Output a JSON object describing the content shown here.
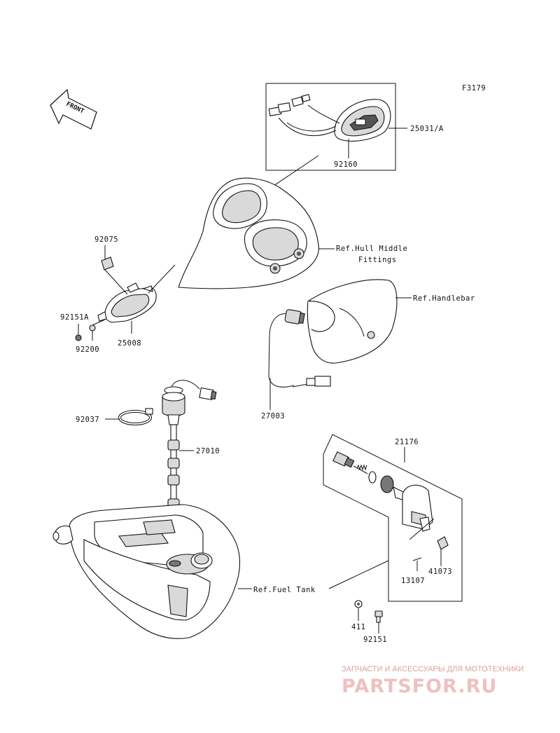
{
  "figure_code": "F3179",
  "front_label": "FRONT",
  "parts": {
    "p25031": "25031/A",
    "p92160": "92160",
    "p92075": "92075",
    "p92151a": "92151A",
    "p92200": "92200",
    "p25008": "25008",
    "p27003": "27003",
    "p92037": "92037",
    "p27010": "27010",
    "p21176": "21176",
    "p41073": "41073",
    "p13107": "13107",
    "p411": "411",
    "p92151": "92151"
  },
  "refs": {
    "hull_line1": "Ref.Hull Middle",
    "hull_line2": "Fittings",
    "handlebar": "Ref.Handlebar",
    "fuel_tank": "Ref.Fuel Tank"
  },
  "watermark": {
    "tagline": "ЗАПЧАСТИ И АКСЕССУАРЫ ДЛЯ МОТОТЕХНИКИ",
    "logo": "PARTSFOR.RU",
    "color": "#e8a8a8"
  }
}
